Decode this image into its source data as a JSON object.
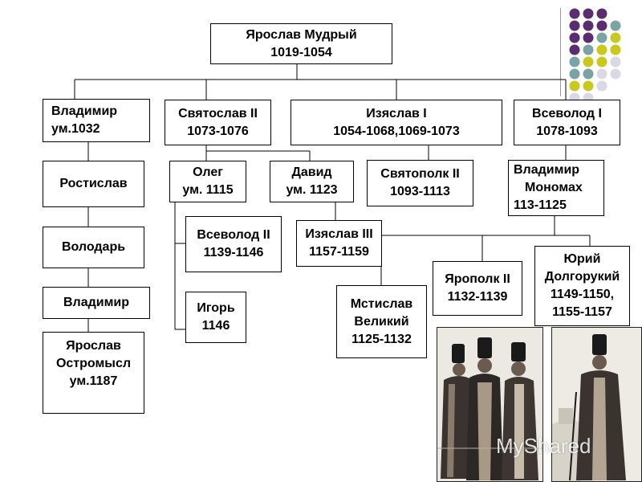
{
  "root": {
    "name": "Ярослав Мудрый",
    "years": "1019-1054"
  },
  "gen1": [
    {
      "lines": [
        "Владимир",
        "ум.1032"
      ]
    },
    {
      "lines": [
        "Святослав II",
        "1073-1076"
      ]
    },
    {
      "lines": [
        "Изяслав I",
        "1054-1068,1069-1073"
      ]
    },
    {
      "lines": [
        "Всеволод I",
        "1078-1093"
      ]
    }
  ],
  "vladimir_line": [
    {
      "lines": [
        "Ростислав"
      ]
    },
    {
      "lines": [
        "Володарь"
      ]
    },
    {
      "lines": [
        "Владимир"
      ]
    },
    {
      "lines": [
        "Ярослав",
        "Остромысл",
        "ум.1187"
      ]
    }
  ],
  "svyatoslav_children": [
    {
      "lines": [
        "Олег",
        "ум. 1115"
      ]
    },
    {
      "lines": [
        "Давид",
        "ум. 1123"
      ]
    }
  ],
  "oleg_children": [
    {
      "lines": [
        "Всеволод II",
        "1139-1146"
      ]
    },
    {
      "lines": [
        "Игорь",
        "1146"
      ]
    }
  ],
  "david_child": {
    "lines": [
      "Изяслав III",
      "1157-1159"
    ]
  },
  "izyaslav_child": {
    "lines": [
      "Святополк II",
      "1093-1113"
    ]
  },
  "vsevolod_child": {
    "lines": [
      "Владимир",
      "Мономах",
      "113-1125"
    ]
  },
  "monomakh_children": [
    {
      "lines": [
        "Мстислав",
        "Великий",
        "1125-1132"
      ]
    },
    {
      "lines": [
        "Ярополк II",
        "1132-1139"
      ]
    },
    {
      "lines": [
        "Юрий",
        "Долгорукий",
        "1149-1150,",
        "1155-1157"
      ]
    }
  ],
  "watermark": "MyShared",
  "colors": {
    "purple": "#5a2d6e",
    "teal": "#7aa3a6",
    "olive": "#c8c81e",
    "lavender": "#d8d8e6"
  },
  "icons": [
    "decorative-dot-grid-icon",
    "boyars-illustration",
    "standing-boyar-illustration"
  ]
}
